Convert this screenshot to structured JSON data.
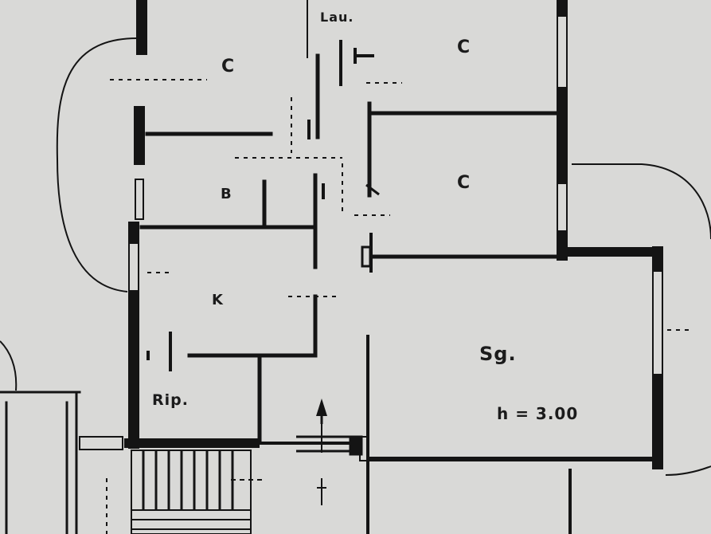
{
  "plan": {
    "rooms": {
      "laundry": "Lau.",
      "room_top_left": "C",
      "room_top_right": "C",
      "room_mid_right": "C",
      "bathroom": "B",
      "kitchen": "K",
      "storage": "Rip.",
      "living": "Sg.",
      "ceiling_height": "h = 3.00"
    },
    "colors": {
      "paper": "#d9d9d7",
      "ink": "#141414"
    },
    "icons": {
      "north": "up-arrow-icon"
    }
  }
}
